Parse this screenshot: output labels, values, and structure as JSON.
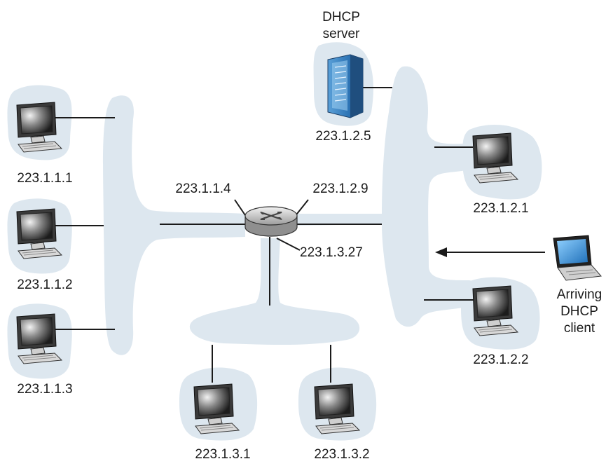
{
  "server": {
    "label_line1": "DHCP",
    "label_line2": "server",
    "ip": "223.1.2.5"
  },
  "router": {
    "ip_left": "223.1.1.4",
    "ip_right": "223.1.2.9",
    "ip_bottom": "223.1.3.27"
  },
  "subnet1": {
    "hosts": [
      "223.1.1.1",
      "223.1.1.2",
      "223.1.1.3"
    ]
  },
  "subnet2": {
    "hosts": [
      "223.1.2.1",
      "223.1.2.2"
    ]
  },
  "subnet3": {
    "hosts": [
      "223.1.3.1",
      "223.1.3.2"
    ]
  },
  "client": {
    "label_line1": "Arriving",
    "label_line2": "DHCP",
    "label_line3": "client"
  },
  "colors": {
    "subnet_fill": "#dde7ef",
    "screen_glow": "#e8e8e8",
    "laptop_screen": "#2f8fd8"
  },
  "icons": {
    "host": "desktop-computer-icon",
    "server": "server-tower-icon",
    "router": "router-icon",
    "client": "laptop-icon"
  }
}
